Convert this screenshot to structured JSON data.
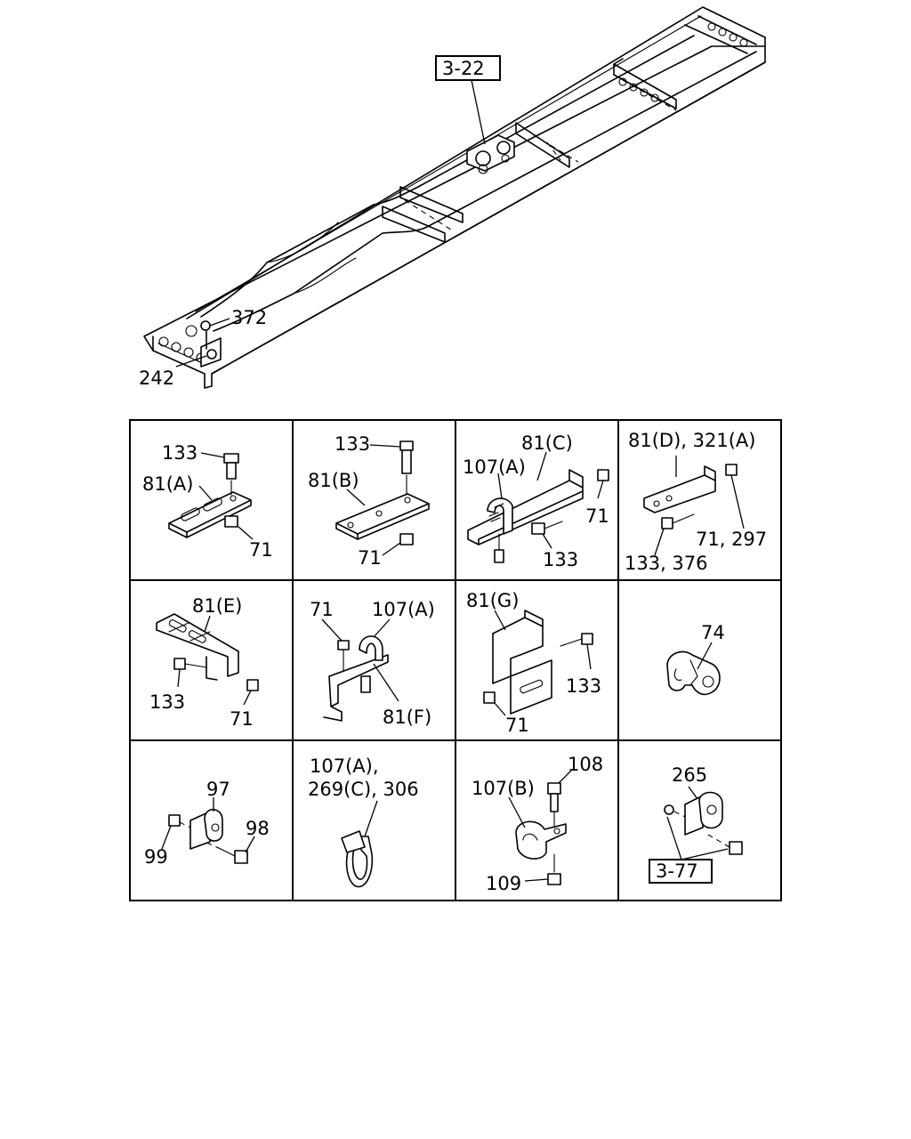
{
  "main_view": {
    "ref_box": "3-22",
    "callout_372": "372",
    "callout_242": "242"
  },
  "cells": {
    "c1": {
      "l1": "133",
      "l2": "81(A)",
      "l3": "71"
    },
    "c2": {
      "l1": "133",
      "l2": "81(B)",
      "l3": "71"
    },
    "c3": {
      "l1": "81(C)",
      "l2": "107(A)",
      "l3": "71",
      "l4": "133"
    },
    "c4": {
      "l1": "81(D), 321(A)",
      "l2": "71, 297",
      "l3": "133, 376"
    },
    "c5": {
      "l1": "81(E)",
      "l2": "133",
      "l3": "71"
    },
    "c6": {
      "l1": "71",
      "l2": "107(A)",
      "l3": "81(F)"
    },
    "c7": {
      "l1": "81(G)",
      "l2": "133",
      "l3": "71"
    },
    "c8": {
      "l1": "74"
    },
    "c9": {
      "l1": "97",
      "l2": "98",
      "l3": "99"
    },
    "c10": {
      "l1": "107(A),",
      "l2": "269(C), 306"
    },
    "c11": {
      "l1": "108",
      "l2": "107(B)",
      "l3": "109"
    },
    "c12": {
      "l1": "265",
      "l2": "3-77"
    }
  }
}
